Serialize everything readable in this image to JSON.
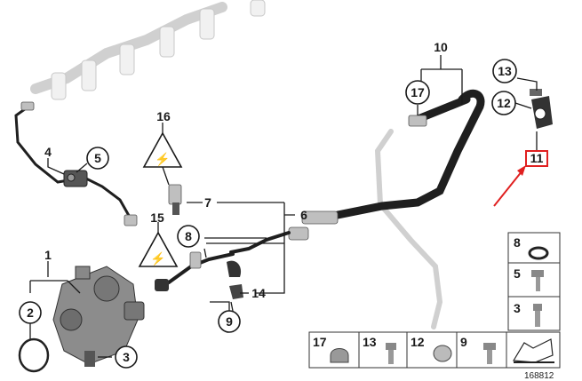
{
  "parts": {
    "p1": "1",
    "p2": "2",
    "p3": "3",
    "p4": "4",
    "p5": "5",
    "p6": "6",
    "p7": "7",
    "p8": "8",
    "p9": "9",
    "p10": "10",
    "p11": "11",
    "p12": "12",
    "p13": "13",
    "p14": "14",
    "p15": "15",
    "p16": "16",
    "p17": "17"
  },
  "legend_side": {
    "a": "8",
    "b": "5",
    "c": "3"
  },
  "legend_bottom": {
    "a": "17",
    "b": "13",
    "c": "12",
    "d": "9"
  },
  "reference_number": "168812",
  "highlight": {
    "target": "11",
    "color": "#e02020"
  }
}
